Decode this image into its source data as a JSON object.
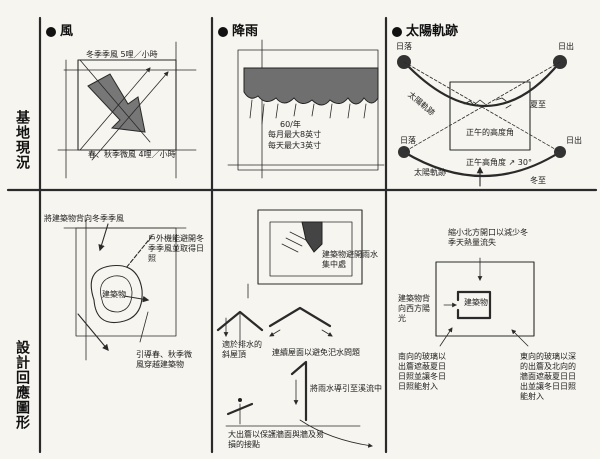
{
  "columns": {
    "wind": {
      "title": "風"
    },
    "rain": {
      "title": "降雨"
    },
    "sun": {
      "title": "太陽軌跡"
    }
  },
  "rows": {
    "site": "基地現況",
    "design": "設計回應圖形"
  },
  "site": {
    "wind": {
      "winter": "冬季季風 5哩／小時",
      "springfall": "春、秋季微風 4哩／小時"
    },
    "rain": {
      "year": "60/年",
      "monthly": "每月最大8英寸",
      "daily": "每天最大3英寸"
    },
    "sun": {
      "sunset": "日落",
      "sunrise": "日出",
      "track_upper": "太陽軌跡",
      "summer": "夏至",
      "altitude": "正午的高度角",
      "sunset2": "日落",
      "sunrise2": "日出",
      "noon_angle": "正午高角度 ↗ 30°",
      "track_lower": "太陽軌跡",
      "winter": "冬至"
    }
  },
  "design": {
    "wind": {
      "back_to_wind": "將建築物背向冬季季風",
      "outdoor": "戶外機能避開冬季季風並取得日照",
      "building": "建築物",
      "guide": "引導春、秋季微風穿越建築物"
    },
    "rain": {
      "building": "建築物避開雨水集中處",
      "eaves": "適於排水的斜屋頂",
      "continuous_roof": "連續屋面以避免汜水問題",
      "gutter": "將雨水導引至溪流中",
      "overhang": "大出簷以保護牆面與牆及易損的接點"
    },
    "sun": {
      "north_window": "縮小北方開口以減少冬季天熱量流失",
      "west_wall": "建築物背向西方陽光",
      "building": "建築物",
      "south_glass": "南向的玻璃以出簷遮蔽夏日日照並讓冬日日照能射入",
      "east_glass": "東向的玻璃以深的出簷及北向的牆面遮蔽夏日日出並讓冬日日照能射入"
    }
  }
}
